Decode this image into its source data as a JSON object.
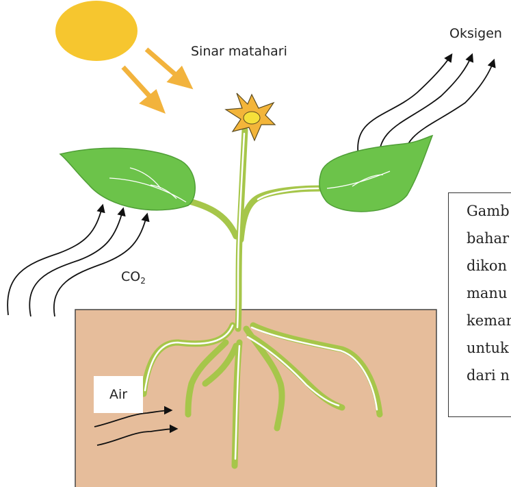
{
  "labels": {
    "sunlight": "Sinar matahari",
    "oxygen": "Oksigen",
    "co2_main": "CO",
    "co2_sub": "2",
    "water": "Air"
  },
  "caption_lines": [
    "Gamb",
    "bahar",
    "dikon",
    "manu",
    "kemar",
    "untuk",
    "dari n"
  ],
  "colors": {
    "sun": "#f6c62f",
    "sun_arrow": "#f2b33d",
    "leaf": "#6cc34a",
    "leaf_edge": "#4f9e36",
    "stem": "#a6c64a",
    "flower": "#f3b53a",
    "flower_center": "#f6e03a",
    "soil": "#e6bd9b",
    "soil_border": "#444444",
    "arrow": "#111111"
  }
}
